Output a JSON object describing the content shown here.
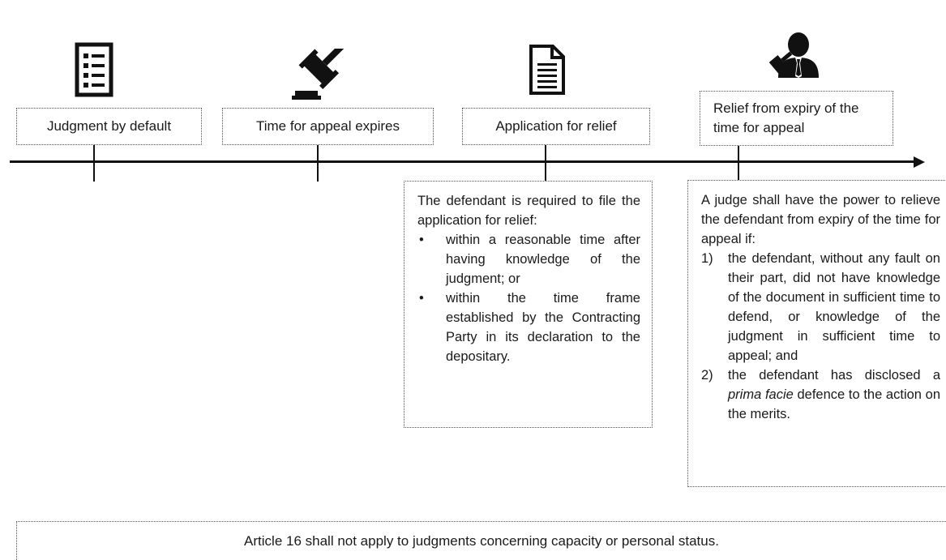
{
  "events": [
    {
      "label": "Judgment by default",
      "icon": "checklist-icon"
    },
    {
      "label": "Time for appeal expires",
      "icon": "gavel-icon"
    },
    {
      "label": "Application for relief",
      "icon": "document-icon"
    },
    {
      "label": "Relief from expiry of the time for appeal",
      "icon": "judge-icon"
    }
  ],
  "application_note": {
    "intro": "The defendant is required to file the application for relief:",
    "bullets": [
      "within a reasonable time after having knowledge of the judgment; or",
      "within the time frame established by the Contracting Party in its declaration to the depositary."
    ]
  },
  "relief_note": {
    "intro": "A judge shall have the power to relieve the defendant from expiry of the time for appeal if:",
    "items": [
      {
        "marker": "1)",
        "text": "the defendant, without any fault on their part, did not have knowledge of the document in sufficient time to defend, or knowledge of the judgment in sufficient time to appeal; and"
      },
      {
        "marker": "2)",
        "before": "the defendant has disclosed a ",
        "emphasis": "prima facie",
        "after": " defence to the action on the merits."
      }
    ]
  },
  "footer_note": "Article 16 shall not apply to judgments concerning capacity or personal status."
}
